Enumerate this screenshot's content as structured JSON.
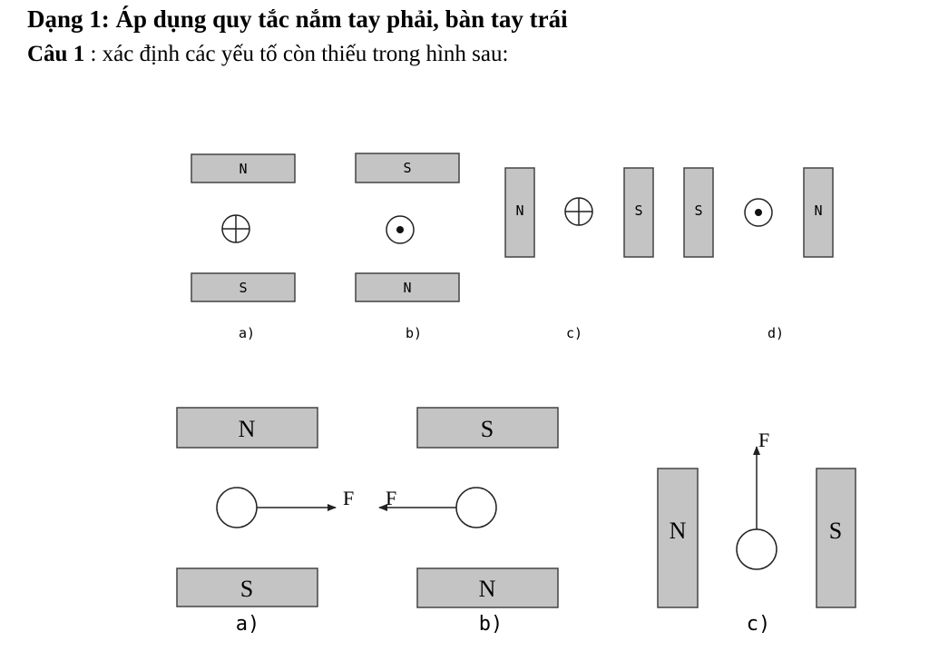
{
  "heading": {
    "title": "Dạng 1: Áp dụng quy tắc nắm tay phải, bàn tay trái",
    "question_label": "Câu 1",
    "question_text": " : xác định các yếu tố còn thiếu trong hình sau:"
  },
  "figure1": {
    "a": {
      "top": "N",
      "bottom": "S",
      "current": "into-page-cross-icon",
      "caption": "a)"
    },
    "b": {
      "top": "S",
      "bottom": "N",
      "current": "out-of-page-dot-icon",
      "caption": "b)"
    },
    "c": {
      "left": "N",
      "right": "S",
      "current": "into-page-cross-icon",
      "caption": "c)"
    },
    "d": {
      "left": "S",
      "right": "N",
      "current": "out-of-page-dot-icon",
      "caption": "d)"
    }
  },
  "figure2": {
    "a": {
      "top": "N",
      "bottom": "S",
      "force": "F",
      "force_direction": "right",
      "caption": "a)"
    },
    "b": {
      "top": "S",
      "bottom": "N",
      "force": "F",
      "force_direction": "left",
      "caption": "b)"
    },
    "c": {
      "left": "N",
      "right": "S",
      "force": "F",
      "force_direction": "up",
      "caption": "c)"
    }
  }
}
